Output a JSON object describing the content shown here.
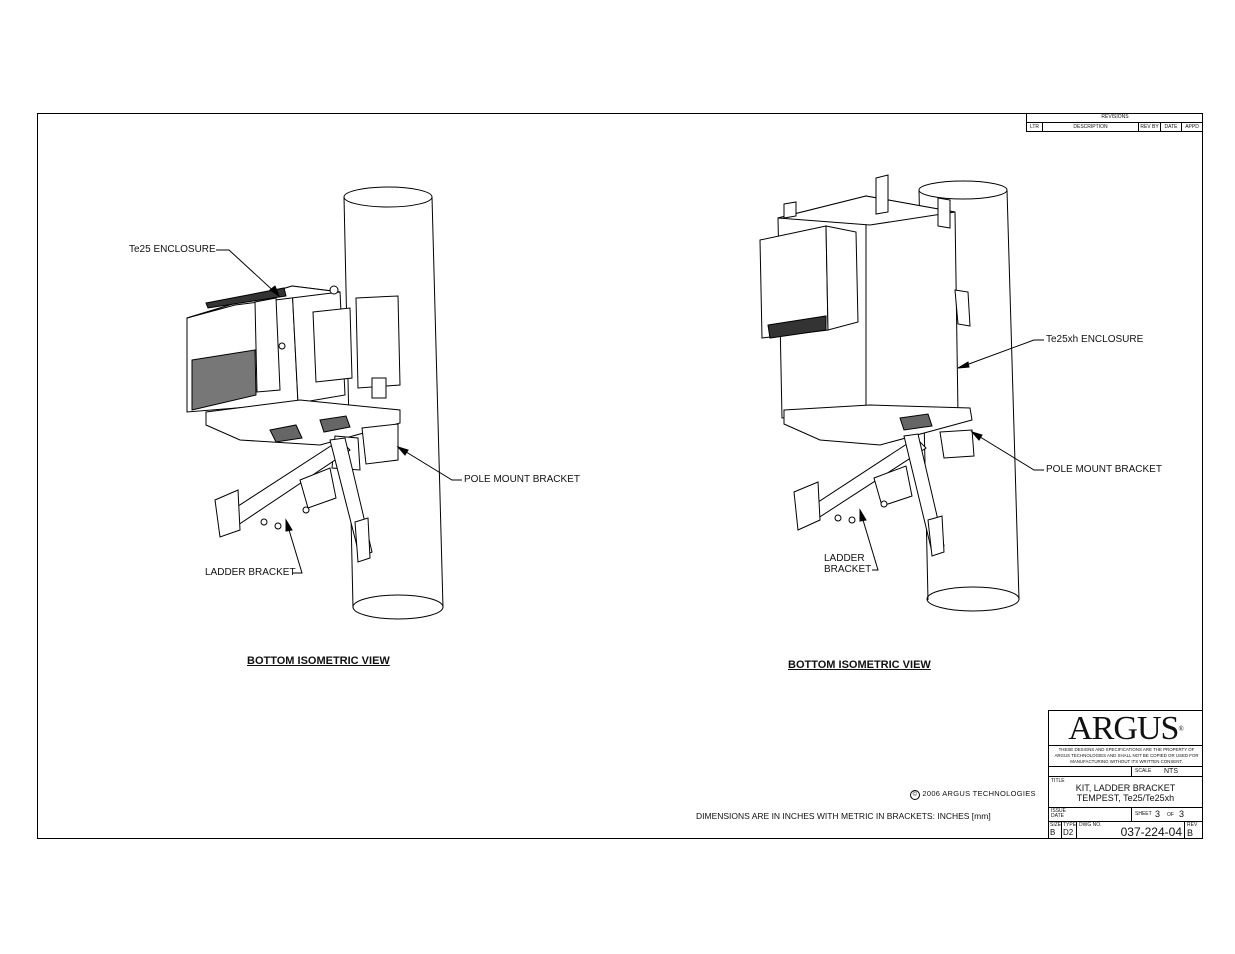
{
  "revisions": {
    "title": "REVISIONS",
    "columns": [
      "LTR",
      "DESCRIPTION",
      "REV BY",
      "DATE",
      "APPD"
    ]
  },
  "left_view": {
    "label_enclosure": "Te25 ENCLOSURE",
    "label_pole_bracket": "POLE MOUNT BRACKET",
    "label_ladder_bracket": "LADDER BRACKET",
    "title": "BOTTOM ISOMETRIC VIEW"
  },
  "right_view": {
    "label_enclosure": "Te25xh ENCLOSURE",
    "label_pole_bracket": "POLE MOUNT BRACKET",
    "label_ladder_bracket_line1": "LADDER",
    "label_ladder_bracket_line2": "BRACKET",
    "title": "BOTTOM ISOMETRIC VIEW"
  },
  "footer": {
    "copyright_symbol": "©",
    "copyright": "2006 ARGUS TECHNOLOGIES",
    "dimensions_note": "DIMENSIONS ARE IN INCHES WITH METRIC IN BRACKETS: INCHES [mm]"
  },
  "title_block": {
    "logo": "ARGUS",
    "logo_mark": "®",
    "disclaimer": "THESE DESIGNS AND SPECIFICATIONS ARE THE PROPERTY OF ARGUS TECHNOLOGIES AND SHALL NOT BE COPIED OR USED FOR MANUFACTURING WITHOUT ITS WRITTEN CONSENT.",
    "scale_label": "SCALE",
    "scale_value": "NTS",
    "title_label": "TITLE",
    "title_line1": "KIT, LADDER BRACKET",
    "title_line2": "TEMPEST, Te25/Te25xh",
    "issue_date_label_1": "ISSUE",
    "issue_date_label_2": "DATE",
    "sheet_label": "SHEET",
    "sheet_value": "3",
    "of_label": "OF",
    "of_value": "3",
    "size_label": "SIZE",
    "size_value": "B",
    "type_label": "TYPE",
    "type_value": "D2",
    "drawing_no_label": "DWG NO.",
    "drawing_no": "037-224-04",
    "rev_label": "REV",
    "rev_value": "B"
  }
}
